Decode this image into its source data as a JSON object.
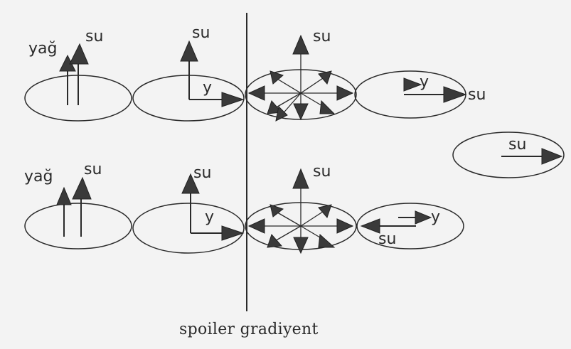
{
  "labels": {
    "oil": "yağ",
    "water": "su",
    "y": "y",
    "caption": "spoiler gradiyent"
  }
}
